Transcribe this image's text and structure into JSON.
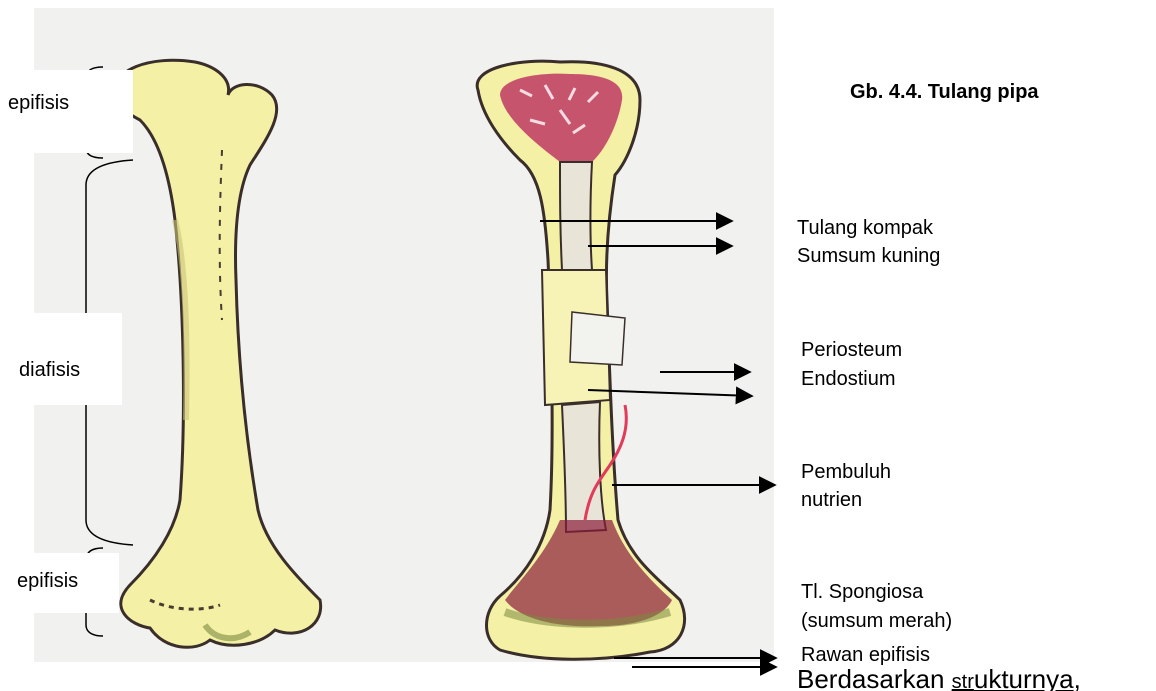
{
  "figure": {
    "caption": "Gb. 4.4. Tulang pipa",
    "left_labels": [
      "epifisis",
      "diafisis",
      "epifisis"
    ],
    "right_labels": [
      "Tulang kompak",
      "Sumsum kuning",
      "Periosteum",
      "Endostium",
      "Pembuluh",
      "nutrien",
      "Tl. Spongiosa",
      "(sumsum merah)",
      "Rawan epifisis"
    ],
    "colors": {
      "bone_yellow": "#f4f0a6",
      "bone_outline": "#3a2e2a",
      "marrow_red": "#b8205a",
      "paper": "#f1f1f0"
    }
  },
  "body_text": {
    "prefix": "Berdasarkan ",
    "underlined_a": "str",
    "underlined_b": "ukturnya",
    "suffix": ","
  }
}
